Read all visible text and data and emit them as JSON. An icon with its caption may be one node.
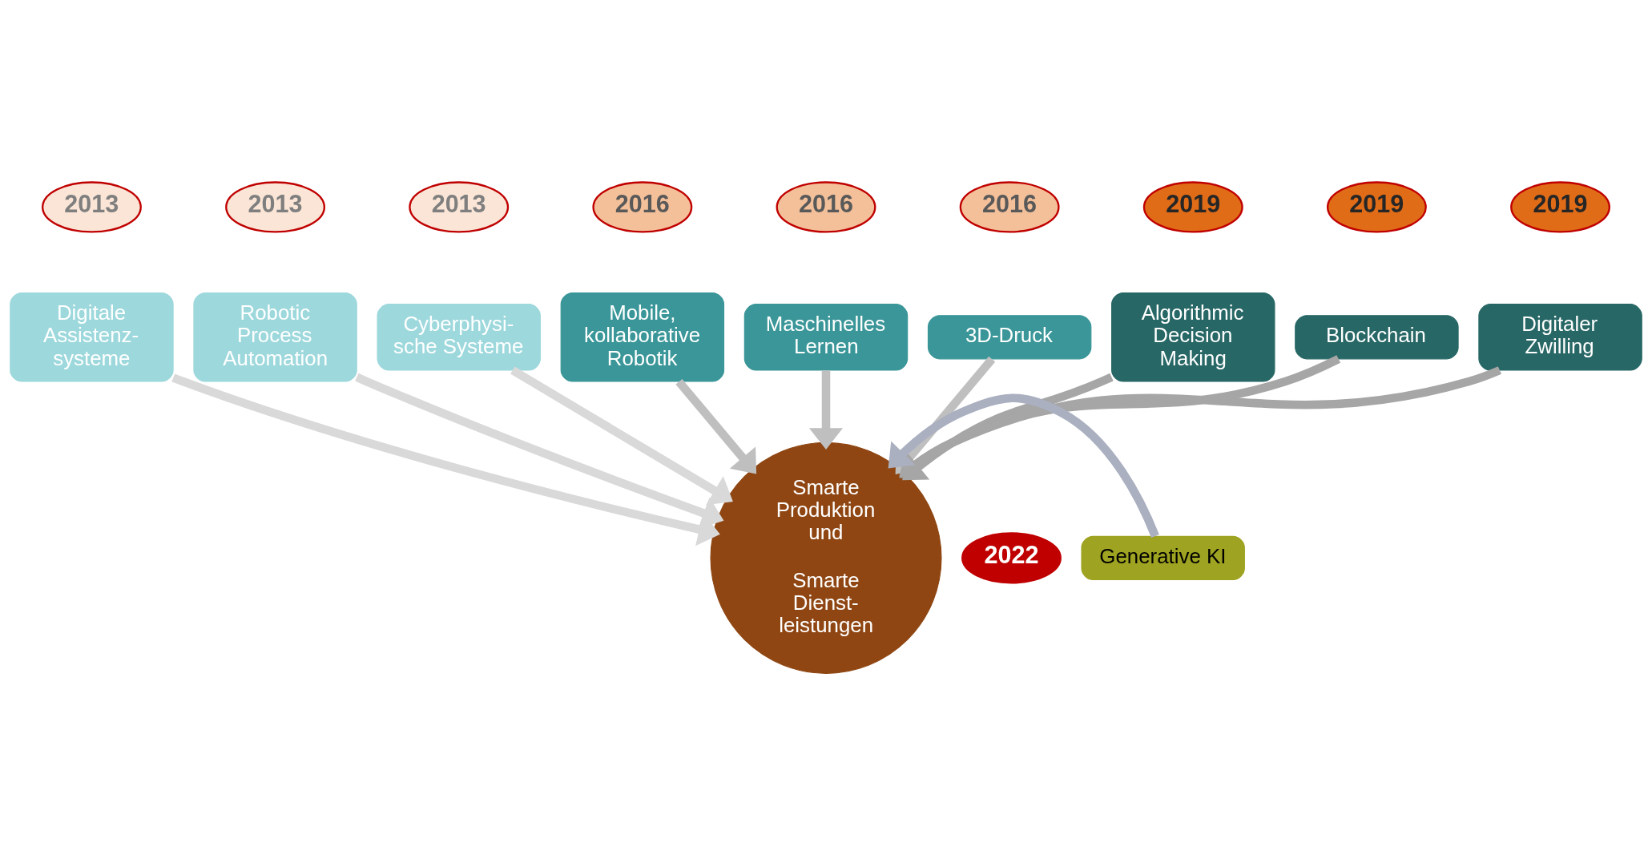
{
  "diagram": {
    "nodes": [
      {
        "text": [
          "2013"
        ]
      },
      {
        "text": [
          "Digitale Assistenz- systeme"
        ]
      },
      {
        "text": [
          "2013"
        ]
      },
      {
        "text": [
          "Robotic Process Automation"
        ]
      },
      {
        "text": [
          "2013"
        ]
      },
      {
        "text": [
          "Cyberphysi- sche Systeme"
        ]
      },
      {
        "text": [
          "2016"
        ]
      },
      {
        "text": [
          "Mobile, kollaborative Robotik"
        ]
      },
      {
        "text": [
          "2016"
        ]
      },
      {
        "text": [
          "Maschinelles Lernen"
        ]
      },
      {
        "text": [
          "2016"
        ]
      },
      {
        "text": [
          "3D-Druck"
        ]
      },
      {
        "text": [
          "2019"
        ]
      },
      {
        "text": [
          "Algorithmic Decision Making"
        ]
      },
      {
        "text": [
          "2019"
        ]
      },
      {
        "text": [
          "Blockchain"
        ]
      },
      {
        "text": [
          "2019"
        ]
      },
      {
        "text": [
          "Digitaler Zwilling"
        ]
      },
      {
        "text": [
          "2022"
        ]
      },
      {
        "text": [
          "Generative KI"
        ]
      },
      {
        "text": [
          "Smarte Produktion und",
          "Smarte Dienst- leistungen"
        ]
      }
    ],
    "edges": [
      {
        "from": 1,
        "to": 20,
        "arrow": "to",
        "color": "#d9d9d9"
      },
      {
        "from": 3,
        "to": 20,
        "arrow": "to",
        "color": "#d9d9d9"
      },
      {
        "from": 5,
        "to": 20,
        "arrow": "to",
        "color": "#d9d9d9"
      },
      {
        "from": 7,
        "to": 20,
        "arrow": "to",
        "color": "#bfbfbf"
      },
      {
        "from": 9,
        "to": 20,
        "arrow": "to",
        "color": "#bfbfbf"
      },
      {
        "from": 11,
        "to": 20,
        "arrow": "to",
        "color": "#bfbfbf"
      },
      {
        "from": 13,
        "to": 20,
        "arrow": "to",
        "color": "#a6a6a6"
      },
      {
        "from": 15,
        "to": 20,
        "arrow": "to",
        "color": "#a6a6a6"
      },
      {
        "from": 17,
        "to": 20,
        "arrow": "to",
        "color": "#a6a6a6"
      },
      {
        "from": 19,
        "to": 20,
        "arrow": "to",
        "color": "#aab0c0"
      }
    ]
  }
}
